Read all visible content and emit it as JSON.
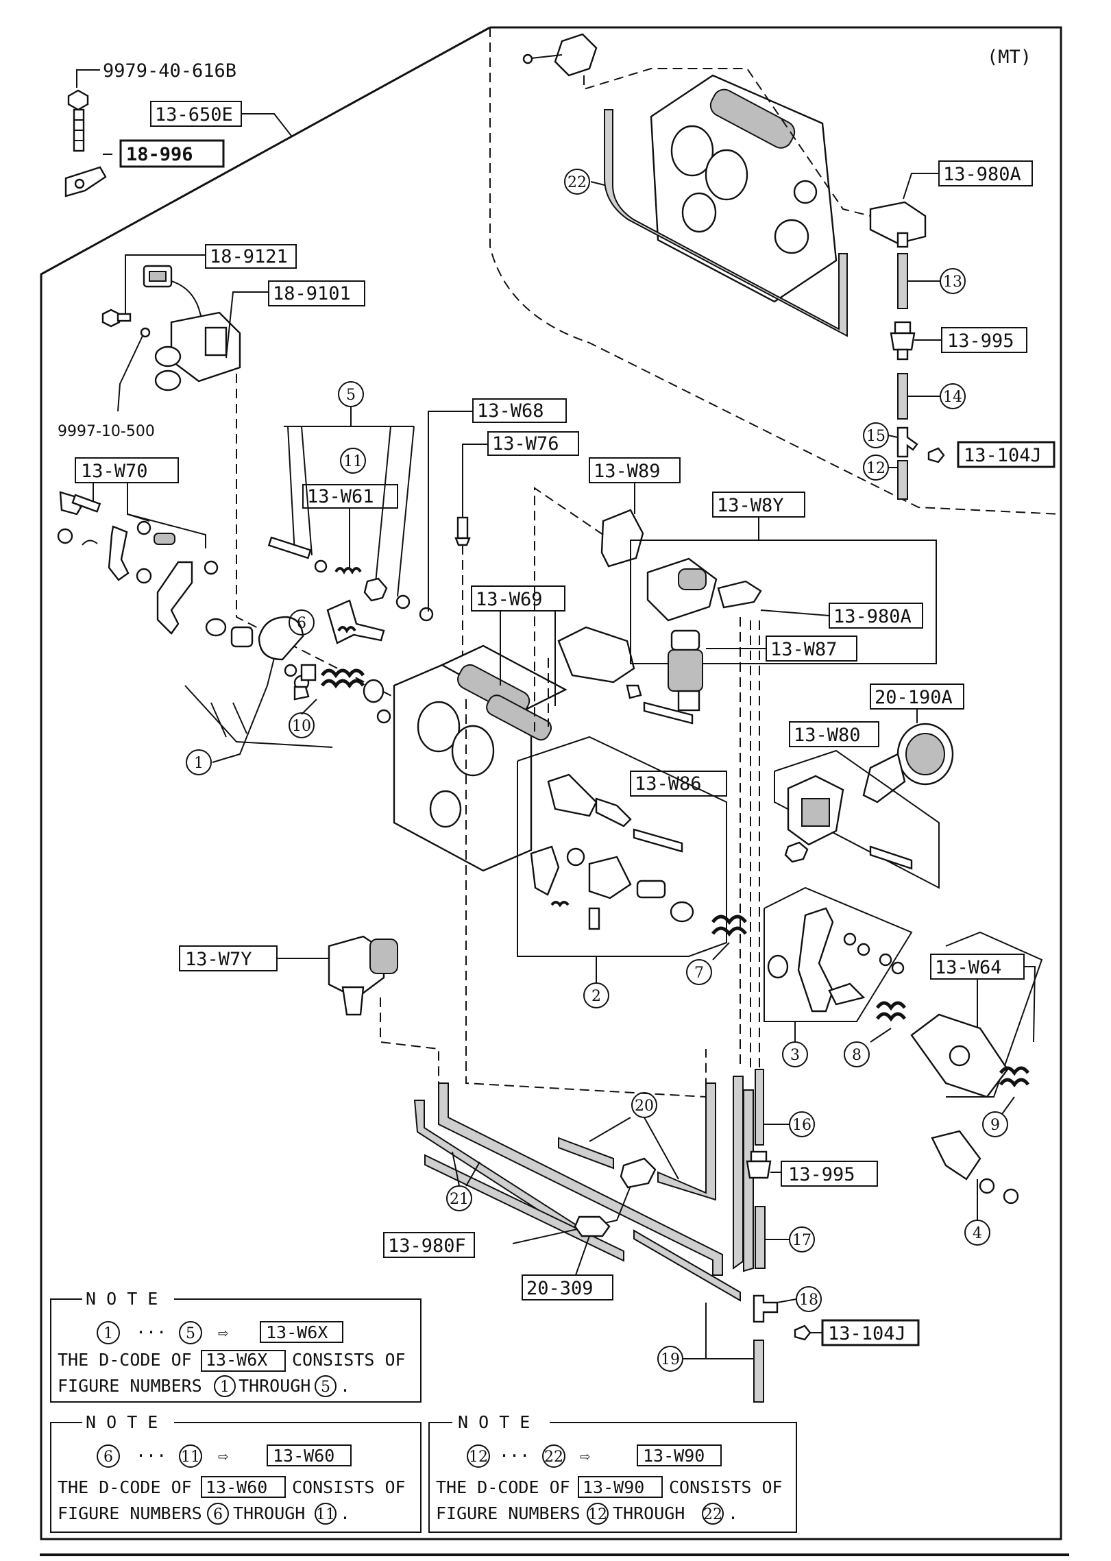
{
  "variant_label": "(MT)",
  "labels": {
    "bolt_9979": "9979-40-616B",
    "l_13_650E": "13-650E",
    "l_18_996": "18-996",
    "l_18_9121": "18-9121",
    "l_18_9101": "18-9101",
    "clip_9997": "9997-10-500",
    "l_13_W70": "13-W70",
    "l_13_W61": "13-W61",
    "l_13_W68": "13-W68",
    "l_13_W76": "13-W76",
    "l_13_W89": "13-W89",
    "l_13_W8Y": "13-W8Y",
    "l_13_W69": "13-W69",
    "l_13_980A_top": "13-980A",
    "l_13_980A_mid": "13-980A",
    "l_13_W87": "13-W87",
    "l_13_995_top": "13-995",
    "l_13_104J_top": "13-104J",
    "l_20_190A": "20-190A",
    "l_13_W80": "13-W80",
    "l_13_W86": "13-W86",
    "l_13_W7Y": "13-W7Y",
    "l_13_W64": "13-W64",
    "l_13_995_bot": "13-995",
    "l_13_980F": "13-980F",
    "l_20_309": "20-309",
    "l_13_104J_bot": "13-104J"
  },
  "callouts": {
    "c1": "1",
    "c2": "2",
    "c3": "3",
    "c4": "4",
    "c5": "5",
    "c6": "6",
    "c7": "7",
    "c8": "8",
    "c9": "9",
    "c10": "10",
    "c11": "11",
    "c12": "12",
    "c13": "13",
    "c14": "14",
    "c15": "15",
    "c16": "16",
    "c17": "17",
    "c18": "18",
    "c19": "19",
    "c20": "20",
    "c21": "21",
    "c22": "22"
  },
  "notes": [
    {
      "heading": "N O T E",
      "from": "1",
      "dots": "···",
      "to": "5",
      "arrow": "⇨",
      "code": "13-W6X",
      "line1_pre": "THE D-CODE OF",
      "line1_code": "13-W6X",
      "line1_post": "CONSISTS OF",
      "line2_pre": "FIGURE NUMBERS",
      "line2_from": "1",
      "line2_mid": "THROUGH",
      "line2_to": "5",
      "line2_end": "."
    },
    {
      "heading": "N O T E",
      "from": "6",
      "dots": "···",
      "to": "11",
      "arrow": "⇨",
      "code": "13-W60",
      "line1_pre": "THE D-CODE OF",
      "line1_code": "13-W60",
      "line1_post": "CONSISTS OF",
      "line2_pre": "FIGURE NUMBERS",
      "line2_from": "6",
      "line2_mid": "THROUGH",
      "line2_to": "11",
      "line2_end": "."
    },
    {
      "heading": "N O T E",
      "from": "12",
      "dots": "···",
      "to": "22",
      "arrow": "⇨",
      "code": "13-W90",
      "line1_pre": "THE D-CODE OF",
      "line1_code": "13-W90",
      "line1_post": "CONSISTS OF",
      "line2_pre": "FIGURE NUMBERS",
      "line2_from": "12",
      "line2_mid": "THROUGH",
      "line2_to": "22",
      "line2_end": "."
    }
  ]
}
